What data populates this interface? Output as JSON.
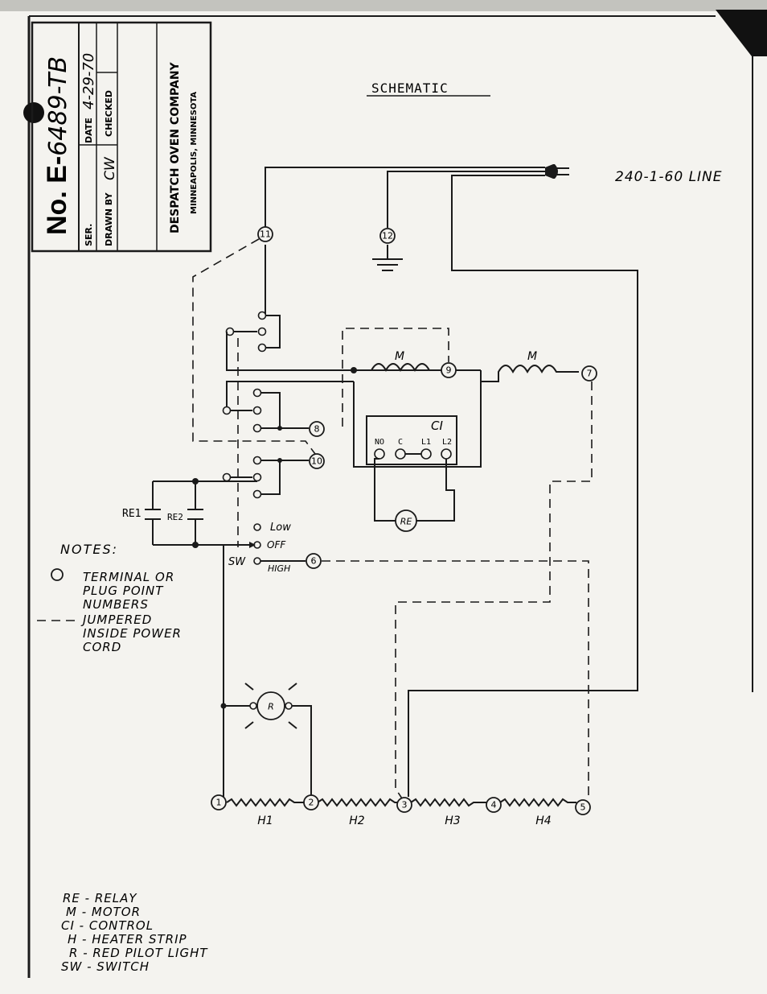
{
  "title_block": {
    "number_prefix": "No. E-",
    "number_value": "6489-TB",
    "ser_label": "SER.",
    "drawn_by_label": "DRAWN BY",
    "drawn_by_value": "CW",
    "date_label": "DATE",
    "date_value": "4-29-70",
    "checked_label": "CHECKED",
    "company": "DESPATCH OVEN COMPANY",
    "location": "MINNEAPOLIS, MINNESOTA"
  },
  "header": {
    "schematic_title": "SCHEMATIC",
    "line_label": "240-1-60 LINE"
  },
  "terminals": [
    "1",
    "2",
    "3",
    "4",
    "5",
    "6",
    "7",
    "8",
    "9",
    "10",
    "11",
    "12"
  ],
  "components": {
    "motor_1": "M",
    "motor_2": "M",
    "control": "CI",
    "control_terminals": [
      "NO",
      "C",
      "L1",
      "L2"
    ],
    "relay": "RE",
    "relay_1": "RE1",
    "relay_2": "RE2",
    "pilot_light": "R",
    "heaters": [
      "H1",
      "H2",
      "H3",
      "H4"
    ]
  },
  "switch": {
    "label": "SW",
    "positions": [
      "Low",
      "OFF",
      "HIGH"
    ]
  },
  "notes": {
    "heading": "NOTES:",
    "terminal_note": [
      "TERMINAL OR",
      "PLUG POINT",
      "NUMBERS"
    ],
    "jumper_note": [
      "JUMPERED",
      "INSIDE POWER",
      "CORD"
    ]
  },
  "legend": [
    "RE - RELAY",
    "M - MOTOR",
    "CI - CONTROL",
    "H - HEATER STRIP",
    "R - RED PILOT LIGHT",
    "SW - SWITCH"
  ],
  "colors": {
    "ink": "#1a1a1a",
    "paper": "#f4f3ef"
  }
}
